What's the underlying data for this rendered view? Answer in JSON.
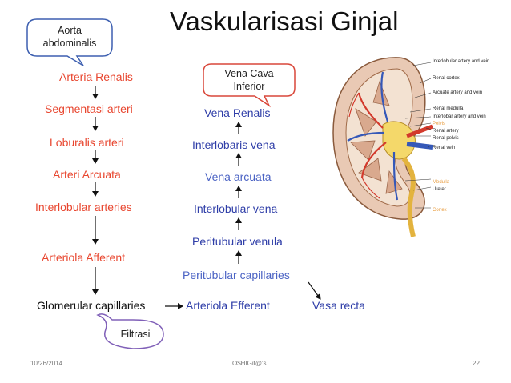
{
  "title": "Vaskularisasi Ginjal",
  "callouts": {
    "aorta": [
      "Aorta",
      "abdominalis"
    ],
    "vena_cava": [
      "Vena Cava",
      "Inferior"
    ],
    "filtrasi": "Filtrasi"
  },
  "arterial_chain": [
    "Arteria Renalis",
    "Segmentasi arteri",
    "Loburalis arteri",
    "Arteri Arcuata",
    "Interlobular arteries",
    "Arteriola Afferent",
    "Glomerular capillaries"
  ],
  "venous_chain": [
    "Vena Renalis",
    "Interlobaris vena",
    "Vena arcuata",
    "Interlobular vena",
    "Peritubular venula",
    "Peritubular capillaries",
    "Arteriola Efferent",
    "Vasa recta"
  ],
  "kidney_labels": [
    "Interlobular artery and vein",
    "Renal cortex",
    "Arcuate artery and vein",
    "Renal medulla",
    "Interlobar artery and vein",
    "Pelvis",
    "Renal artery",
    "Renal pelvis",
    "Renal vein",
    "Medulla",
    "Ureter",
    "Cortex"
  ],
  "footer": {
    "date": "10/26/2014",
    "author": "O$HIGit@'s",
    "page": "22"
  },
  "colors": {
    "red": "#e8462f",
    "blue": "#2f3ea8",
    "light_blue": "#4b63c4",
    "orange_label": "#e89a3a"
  }
}
